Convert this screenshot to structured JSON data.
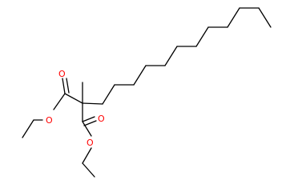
{
  "molecule": {
    "atom_labels": {
      "ester1_carbonyl_o": "O",
      "ester1_ether_o": "O",
      "ester2_carbonyl_o": "O",
      "ester2_ether_o": "O"
    },
    "colors": {
      "bond": "#000000",
      "oxygen": "#ff0000",
      "background": "#ffffff"
    }
  }
}
